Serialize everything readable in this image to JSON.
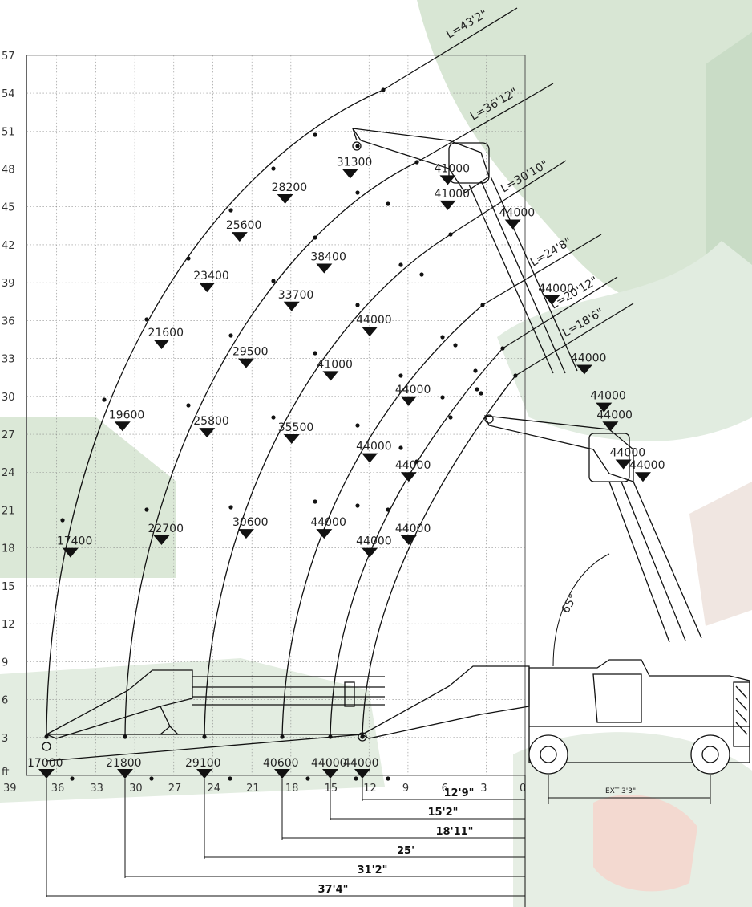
{
  "y_unit": "ft",
  "y_ticks": [
    "57",
    "54",
    "51",
    "48",
    "45",
    "42",
    "39",
    "36",
    "33",
    "30",
    "27",
    "24",
    "21",
    "18",
    "15",
    "12",
    "9",
    "6",
    "3"
  ],
  "x_ticks": [
    "39",
    "36",
    "33",
    "30",
    "27",
    "24",
    "21",
    "18",
    "15",
    "12",
    "9",
    "6",
    "3",
    "0"
  ],
  "boom_lengths": [
    "L=43'2\"",
    "L=36'12\"",
    "L=30'10\"",
    "L=24'8\"",
    "L=20'12\"",
    "L=18'6\""
  ],
  "angle_label": "65°",
  "ext_label": "EXT 3'3\"",
  "radius_dims": [
    "12'9\"",
    "15'2\"",
    "18'11\"",
    "25'",
    "31'2\"",
    "37'4\""
  ],
  "bottom_loads": [
    "17000",
    "21800",
    "29100",
    "40600",
    "44000",
    "44000"
  ],
  "load_labels": [
    {
      "text": "31300",
      "r": 14,
      "h": 48
    },
    {
      "text": "41000",
      "r": 6.5,
      "h": 47.5
    },
    {
      "text": "41000",
      "r": 6.5,
      "h": 45.5
    },
    {
      "text": "28200",
      "r": 19,
      "h": 46
    },
    {
      "text": "44000",
      "r": 1.5,
      "h": 44
    },
    {
      "text": "25600",
      "r": 22.5,
      "h": 43
    },
    {
      "text": "38400",
      "r": 16,
      "h": 40.5
    },
    {
      "text": "23400",
      "r": 25,
      "h": 39
    },
    {
      "text": "44000",
      "r": -1.5,
      "h": 38
    },
    {
      "text": "33700",
      "r": 18.5,
      "h": 37.5
    },
    {
      "text": "21600",
      "r": 28.5,
      "h": 34.5
    },
    {
      "text": "44000",
      "r": 12.5,
      "h": 35.5
    },
    {
      "text": "29500",
      "r": 22,
      "h": 33
    },
    {
      "text": "44000",
      "r": -4,
      "h": 32.5
    },
    {
      "text": "41000",
      "r": 15.5,
      "h": 32
    },
    {
      "text": "44000",
      "r": 9.5,
      "h": 30
    },
    {
      "text": "44000",
      "r": -5.5,
      "h": 29.5
    },
    {
      "text": "19600",
      "r": 31.5,
      "h": 28
    },
    {
      "text": "44000",
      "r": -6,
      "h": 28
    },
    {
      "text": "25800",
      "r": 25,
      "h": 27.5
    },
    {
      "text": "35500",
      "r": 18.5,
      "h": 27
    },
    {
      "text": "44000",
      "r": 12.5,
      "h": 25.5
    },
    {
      "text": "44000",
      "r": -7,
      "h": 25
    },
    {
      "text": "44000",
      "r": 9.5,
      "h": 24
    },
    {
      "text": "44000",
      "r": -8.5,
      "h": 24
    },
    {
      "text": "22700",
      "r": 28.5,
      "h": 19
    },
    {
      "text": "30600",
      "r": 22,
      "h": 19.5
    },
    {
      "text": "44000",
      "r": 16,
      "h": 19.5
    },
    {
      "text": "44000",
      "r": 9.5,
      "h": 19
    },
    {
      "text": "17400",
      "r": 35.5,
      "h": 18
    },
    {
      "text": "44000",
      "r": 12.5,
      "h": 18
    }
  ]
}
